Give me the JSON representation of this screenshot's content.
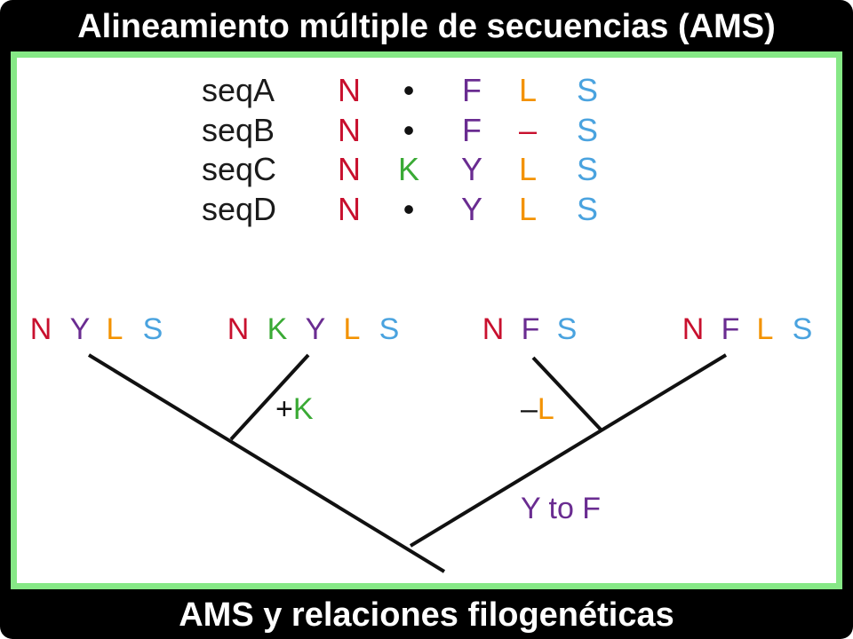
{
  "header": {
    "title": "Alineamiento múltiple de secuencias (AMS)"
  },
  "footer": {
    "caption": "AMS y relaciones filogenéticas"
  },
  "colors": {
    "N": "#c8102e",
    "K": "#3aaa35",
    "F": "#6a2c91",
    "Y": "#6a2c91",
    "L": "#f39200",
    "S": "#4aa3df",
    "dot": "#111111",
    "gap": "#c8102e",
    "annotation": "#111111",
    "frame_border": "#86e886"
  },
  "alignment": {
    "rows": [
      {
        "name": "seqA",
        "residues": [
          "N",
          "•",
          "F",
          "L",
          "S"
        ]
      },
      {
        "name": "seqB",
        "residues": [
          "N",
          "•",
          "F",
          "–",
          "S"
        ]
      },
      {
        "name": "seqC",
        "residues": [
          "N",
          "K",
          "Y",
          "L",
          "S"
        ]
      },
      {
        "name": "seqD",
        "residues": [
          "N",
          "•",
          "Y",
          "L",
          "S"
        ]
      }
    ]
  },
  "tree": {
    "leaves": [
      {
        "residues": [
          "N",
          "Y",
          "L",
          "S"
        ]
      },
      {
        "residues": [
          "N",
          "K",
          "Y",
          "L",
          "S"
        ]
      },
      {
        "residues": [
          "N",
          "F",
          "S"
        ]
      },
      {
        "residues": [
          "N",
          "F",
          "L",
          "S"
        ]
      }
    ],
    "annotations": {
      "plus_k": {
        "sign": "+",
        "residue": "K"
      },
      "minus_l": {
        "sign": "–",
        "residue": "L"
      },
      "y_to_f": "Y to F"
    }
  }
}
